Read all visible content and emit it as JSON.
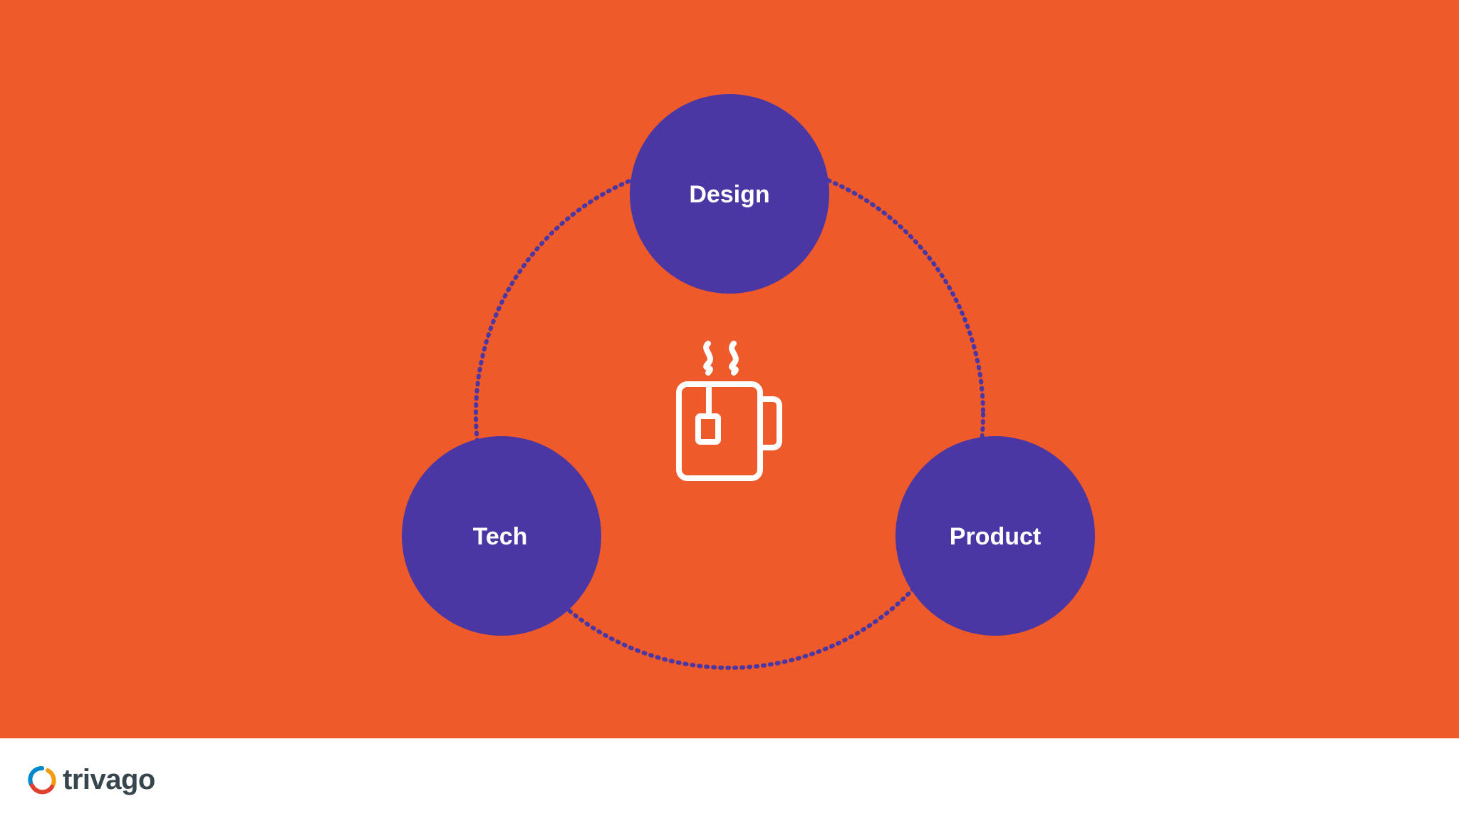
{
  "slide": {
    "background_color": "#ef5a2a",
    "node_color": "#4a37a3",
    "ring_color": "#4a37a3",
    "label_color": "#ffffff",
    "icon": "tea-mug-icon"
  },
  "nodes": [
    {
      "id": "design",
      "label": "Design"
    },
    {
      "id": "tech",
      "label": "Tech"
    },
    {
      "id": "product",
      "label": "Product"
    }
  ],
  "footer": {
    "brand_name": "trivago",
    "brand_colors": [
      "#e2402f",
      "#f39c12",
      "#0088cc",
      "#37454d"
    ]
  }
}
